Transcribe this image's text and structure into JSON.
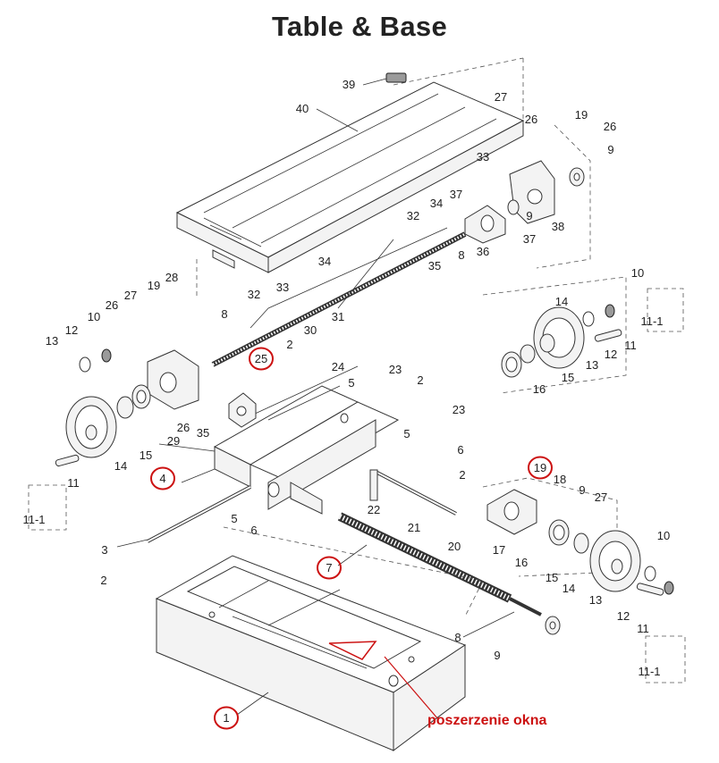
{
  "title": "Table & Base",
  "annotation": {
    "text": "poszerzenie okna",
    "color": "#cc1111"
  },
  "highlight_color": "#cc1111",
  "callouts": [
    {
      "id": "39",
      "label": "39"
    },
    {
      "id": "40",
      "label": "40"
    },
    {
      "id": "27a",
      "label": "27"
    },
    {
      "id": "26a",
      "label": "26"
    },
    {
      "id": "19a",
      "label": "19"
    },
    {
      "id": "26b",
      "label": "26"
    },
    {
      "id": "9a",
      "label": "9"
    },
    {
      "id": "33a",
      "label": "33"
    },
    {
      "id": "37a",
      "label": "37"
    },
    {
      "id": "34a",
      "label": "34"
    },
    {
      "id": "32a",
      "label": "32"
    },
    {
      "id": "9b",
      "label": "9"
    },
    {
      "id": "38",
      "label": "38"
    },
    {
      "id": "37b",
      "label": "37"
    },
    {
      "id": "36",
      "label": "36"
    },
    {
      "id": "8a",
      "label": "8"
    },
    {
      "id": "35a",
      "label": "35"
    },
    {
      "id": "34b",
      "label": "34"
    },
    {
      "id": "32b",
      "label": "32"
    },
    {
      "id": "33b",
      "label": "33"
    },
    {
      "id": "31",
      "label": "31"
    },
    {
      "id": "30",
      "label": "30"
    },
    {
      "id": "28",
      "label": "28"
    },
    {
      "id": "27b",
      "label": "27"
    },
    {
      "id": "19b",
      "label": "19"
    },
    {
      "id": "26c",
      "label": "26"
    },
    {
      "id": "10a",
      "label": "10"
    },
    {
      "id": "12a",
      "label": "12"
    },
    {
      "id": "13a",
      "label": "13"
    },
    {
      "id": "8b",
      "label": "8"
    },
    {
      "id": "2a",
      "label": "2"
    },
    {
      "id": "25",
      "label": "25"
    },
    {
      "id": "24",
      "label": "24"
    },
    {
      "id": "23a",
      "label": "23"
    },
    {
      "id": "2b",
      "label": "2"
    },
    {
      "id": "23b",
      "label": "23"
    },
    {
      "id": "5a",
      "label": "5"
    },
    {
      "id": "5b",
      "label": "5"
    },
    {
      "id": "6a",
      "label": "6"
    },
    {
      "id": "15a",
      "label": "15"
    },
    {
      "id": "29",
      "label": "29"
    },
    {
      "id": "26d",
      "label": "26"
    },
    {
      "id": "35b",
      "label": "35"
    },
    {
      "id": "14a",
      "label": "14"
    },
    {
      "id": "11a",
      "label": "11"
    },
    {
      "id": "4",
      "label": "4"
    },
    {
      "id": "11-1a",
      "label": "11-1"
    },
    {
      "id": "10b",
      "label": "10"
    },
    {
      "id": "14b",
      "label": "14"
    },
    {
      "id": "11-1b",
      "label": "11-1"
    },
    {
      "id": "11b",
      "label": "11"
    },
    {
      "id": "12b",
      "label": "12"
    },
    {
      "id": "13b",
      "label": "13"
    },
    {
      "id": "15b",
      "label": "15"
    },
    {
      "id": "16a",
      "label": "16"
    },
    {
      "id": "19c",
      "label": "19"
    },
    {
      "id": "18",
      "label": "18"
    },
    {
      "id": "9c",
      "label": "9"
    },
    {
      "id": "27c",
      "label": "27"
    },
    {
      "id": "2c",
      "label": "2"
    },
    {
      "id": "22",
      "label": "22"
    },
    {
      "id": "21",
      "label": "21"
    },
    {
      "id": "20",
      "label": "20"
    },
    {
      "id": "17",
      "label": "17"
    },
    {
      "id": "16b",
      "label": "16"
    },
    {
      "id": "15c",
      "label": "15"
    },
    {
      "id": "14c",
      "label": "14"
    },
    {
      "id": "13c",
      "label": "13"
    },
    {
      "id": "10c",
      "label": "10"
    },
    {
      "id": "12c",
      "label": "12"
    },
    {
      "id": "11c",
      "label": "11"
    },
    {
      "id": "11-1c",
      "label": "11-1"
    },
    {
      "id": "5c",
      "label": "5"
    },
    {
      "id": "6b",
      "label": "6"
    },
    {
      "id": "3",
      "label": "3"
    },
    {
      "id": "2d",
      "label": "2"
    },
    {
      "id": "7",
      "label": "7"
    },
    {
      "id": "8c",
      "label": "8"
    },
    {
      "id": "9d",
      "label": "9"
    },
    {
      "id": "1",
      "label": "1"
    }
  ]
}
